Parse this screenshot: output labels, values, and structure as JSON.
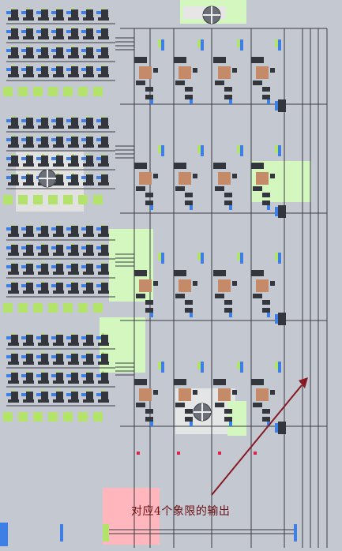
{
  "view": {
    "background": "#c4c8d0",
    "colors": {
      "wire": "#3a3d44",
      "block": "#33363c",
      "green": "#b4e36b",
      "blue": "#3e7fe6",
      "lightgreen": "#d3f7bf",
      "pink": "#ffb7bd",
      "orange": "#c58a67",
      "white": "#eeeeee",
      "arrow": "#861b25",
      "lamp": "#6b6f77",
      "pin": "#e0224a"
    }
  },
  "annotation": {
    "text": "对应4个象限的输出"
  },
  "components": {
    "rom_grid": "memory-grid",
    "decoder_stage": "decoder-cells",
    "lamp": "lamp-icon",
    "arrow": "annotation-arrow"
  }
}
